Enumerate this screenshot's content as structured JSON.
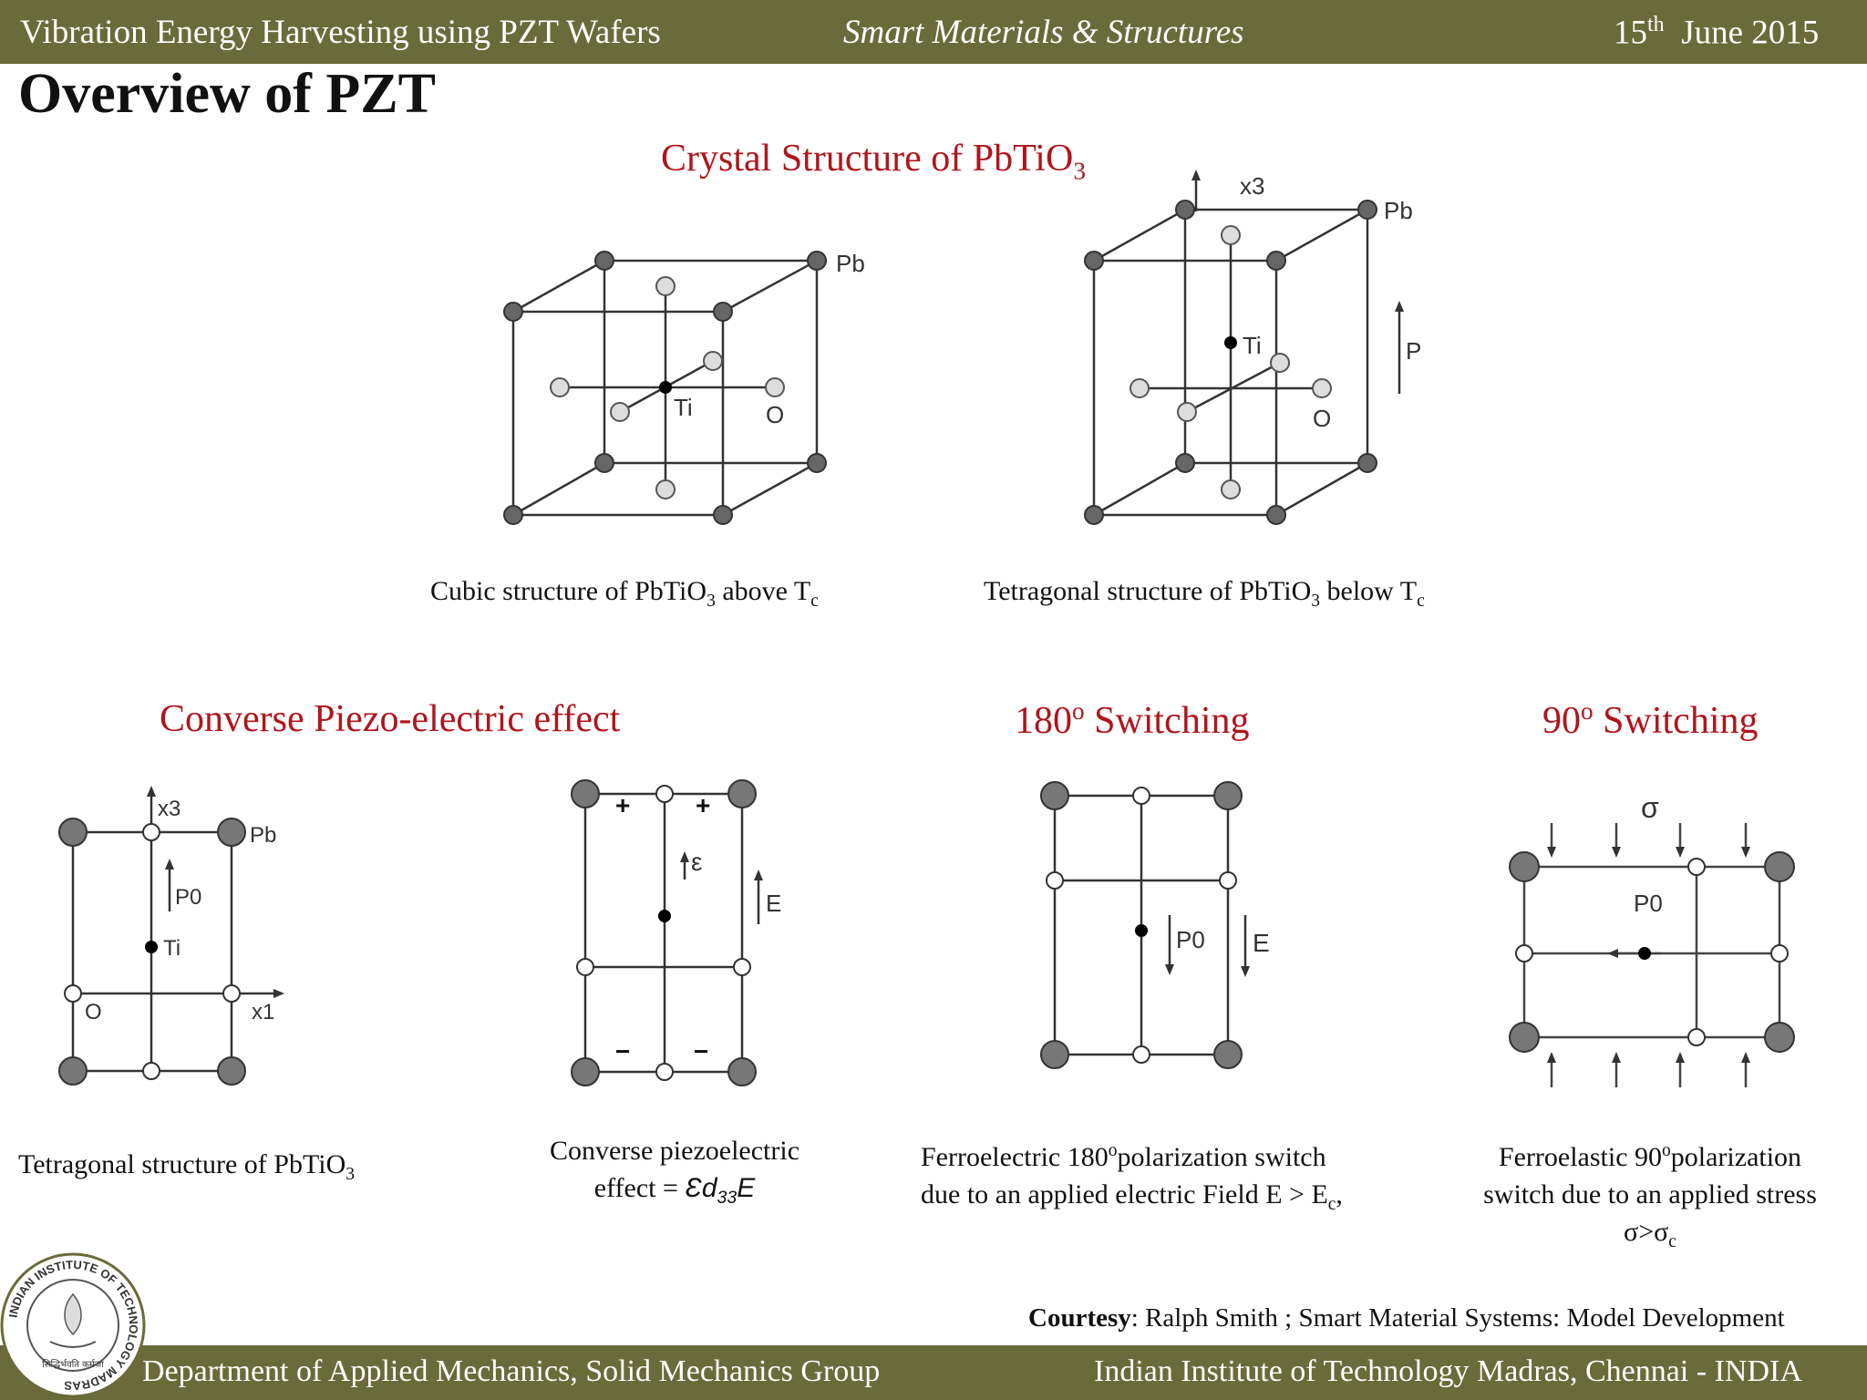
{
  "header": {
    "left": "Vibration Energy Harvesting using PZT Wafers",
    "center": "Smart Materials & Structures",
    "date_day": "15",
    "date_sup": "th",
    "date_rest": "June 2015"
  },
  "title": "Overview of PZT",
  "crystal": {
    "heading": "Crystal Structure of PbTiO",
    "heading_sub": "3",
    "cubic": {
      "pb": "Pb",
      "ti": "Ti",
      "o": "O",
      "caption_a": "Cubic structure of PbTiO",
      "caption_sub1": "3",
      "caption_b": " above T",
      "caption_sub2": "c"
    },
    "tetragonal": {
      "x3": "x3",
      "pb": "Pb",
      "ti": "Ti",
      "o": "O",
      "p": "P",
      "caption_a": "Tetragonal structure of PbTiO",
      "caption_sub1": "3",
      "caption_b": " below T",
      "caption_sub2": "c"
    }
  },
  "converse": {
    "heading": "Converse Piezo-electric effect",
    "tetra": {
      "x3": "x3",
      "pb": "Pb",
      "p0": "P0",
      "ti": "Ti",
      "o": "O",
      "x1": "x1",
      "caption_a": "Tetragonal structure of PbTiO",
      "caption_sub": "3"
    },
    "effect": {
      "plus": "+",
      "minus": "−",
      "eps": "ε",
      "e": "E",
      "caption_line1": "Converse piezoelectric",
      "caption_line2": "effect = ",
      "formula_a": "Ɛd",
      "formula_sub": "33",
      "formula_b": "E"
    }
  },
  "switch180": {
    "heading_a": "180",
    "heading_sup": "o",
    "heading_b": " Switching",
    "p0": "P0",
    "e": "E",
    "caption_line1_a": "Ferroelectric 180",
    "caption_line1_sup": "o",
    "caption_line1_b": "polarization switch",
    "caption_line2_a": "due to an applied electric Field E > E",
    "caption_line2_sub": "c",
    "caption_line2_b": ","
  },
  "switch90": {
    "heading_a": "90",
    "heading_sup": "o",
    "heading_b": " Switching",
    "sigma": "σ",
    "p0": "P0",
    "caption_line1_a": "Ferroelastic 90",
    "caption_line1_sup": "o",
    "caption_line1_b": "polarization",
    "caption_line2": "switch due to an applied stress",
    "caption_line3_a": "σ>σ",
    "caption_line3_sub": "c"
  },
  "courtesy": {
    "bold": "Courtesy",
    "rest": ": Ralph Smith ; Smart Material Systems: Model Development"
  },
  "logo": {
    "ring_text": "INDIAN INSTITUTE OF TECHNOLOGY MADRAS",
    "motto": "सिद्धिर्भवति कर्मजा"
  },
  "footer": {
    "left": "Department of Applied Mechanics, Solid Mechanics Group",
    "right": "Indian Institute of Technology Madras, Chennai - INDIA"
  },
  "colors": {
    "bar": "#6b6a3a",
    "heading_red": "#b0151c"
  }
}
